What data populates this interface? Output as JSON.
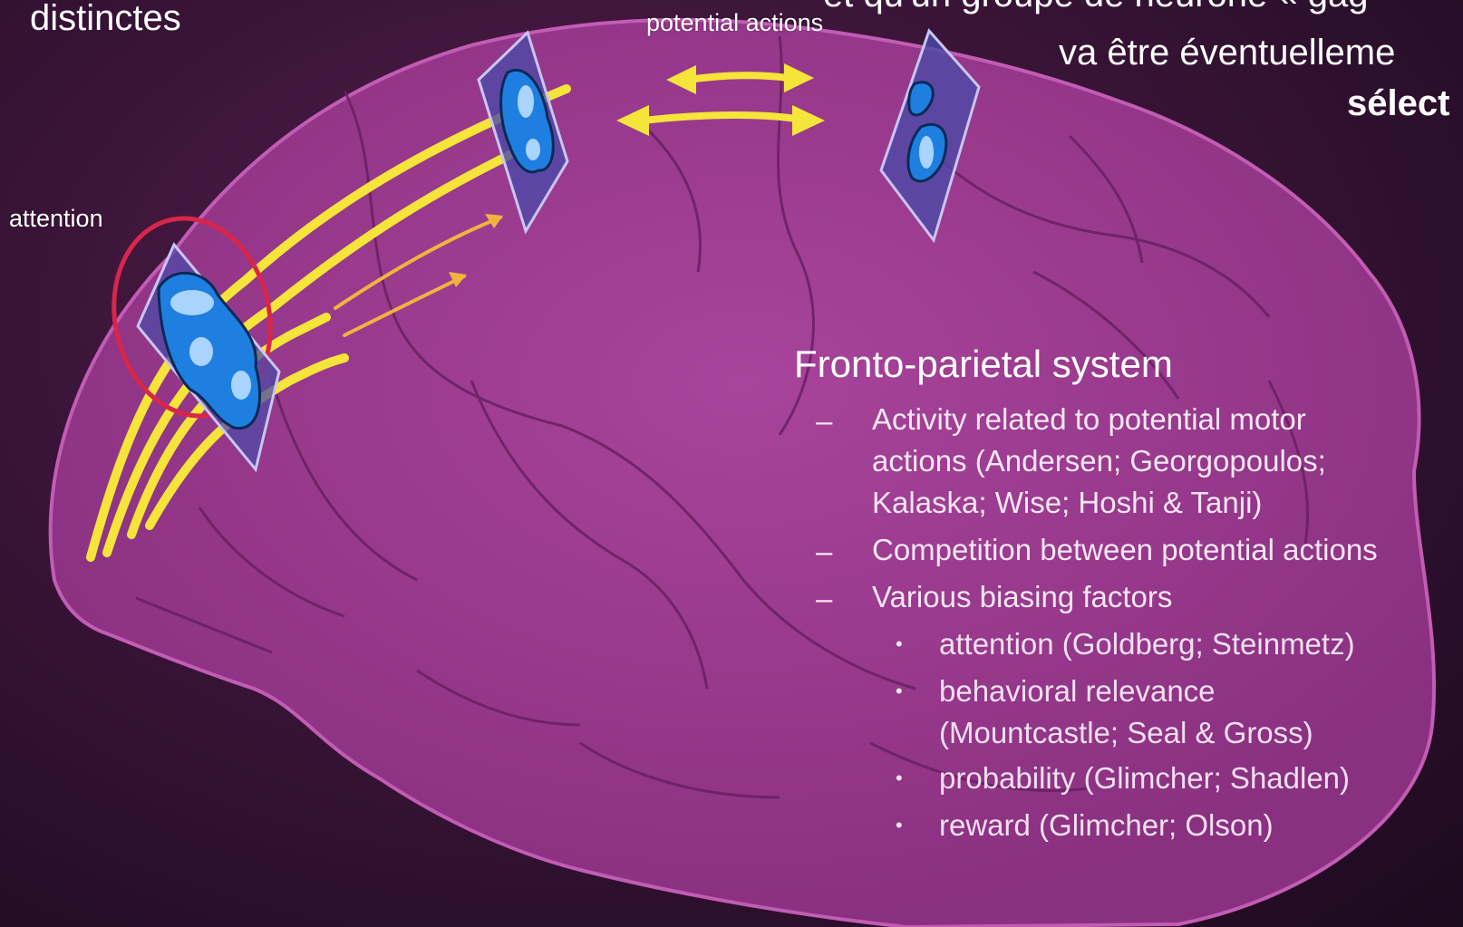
{
  "slide_text": {
    "left_word": "distinctes",
    "right_line1": "et qu'un groupe de neurone « gag",
    "right_line2": "va être éventuelleme",
    "right_line3": "sélect"
  },
  "diagram_labels": {
    "attention": "attention",
    "potential_actions": "potential actions"
  },
  "panel": {
    "title": "Fronto-parietal system",
    "dash_glyph": "–",
    "bullet_glyph": "•",
    "items": [
      {
        "lines": [
          "Activity related to potential motor",
          "actions (Andersen; Georgopoulos;",
          "Kalaska; Wise; Hoshi & Tanji)"
        ]
      },
      {
        "lines": [
          "Competition between potential actions"
        ]
      },
      {
        "lines": [
          "Various biasing factors"
        ]
      }
    ],
    "subitems": [
      {
        "lines": [
          "attention (Goldberg; Steinmetz)"
        ]
      },
      {
        "lines": [
          "behavioral relevance",
          "(Mountcastle; Seal & Gross)"
        ]
      },
      {
        "lines": [
          "probability (Glimcher; Shadlen)"
        ]
      },
      {
        "lines": [
          "reward (Glimcher; Olson)"
        ]
      }
    ]
  },
  "colors": {
    "brain_fill": "#9a3a8e",
    "brain_outline": "#c25cb4",
    "sulcus": "#6a1f62",
    "pathway_yellow": "#f5e43a",
    "pathway_orange": "#f2b33d",
    "focus_ring": "#d8264a",
    "activity_blue": "#1f7fe0",
    "activity_light": "#a9d4ff",
    "plane_fill": "#4e4aa8"
  }
}
